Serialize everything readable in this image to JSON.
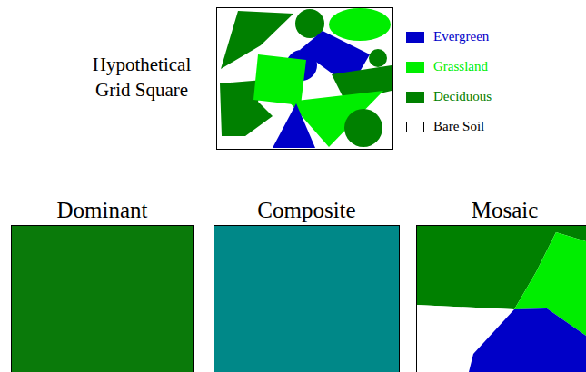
{
  "diagram": {
    "nodes": [
      {
        "text": [
          "Hypothetical Grid Square"
        ]
      },
      {
        "text": [
          "Dominant"
        ]
      },
      {
        "text": [
          "Composite"
        ]
      },
      {
        "text": [
          "Mosaic"
        ]
      }
    ],
    "legend": [
      {
        "text": "Evergreen",
        "color": "#0000c8"
      },
      {
        "text": "Grassland",
        "color": "#00ee00"
      },
      {
        "text": "Deciduous",
        "color": "#008000"
      },
      {
        "text": "Bare Soil",
        "color": "#ffffff"
      }
    ]
  }
}
